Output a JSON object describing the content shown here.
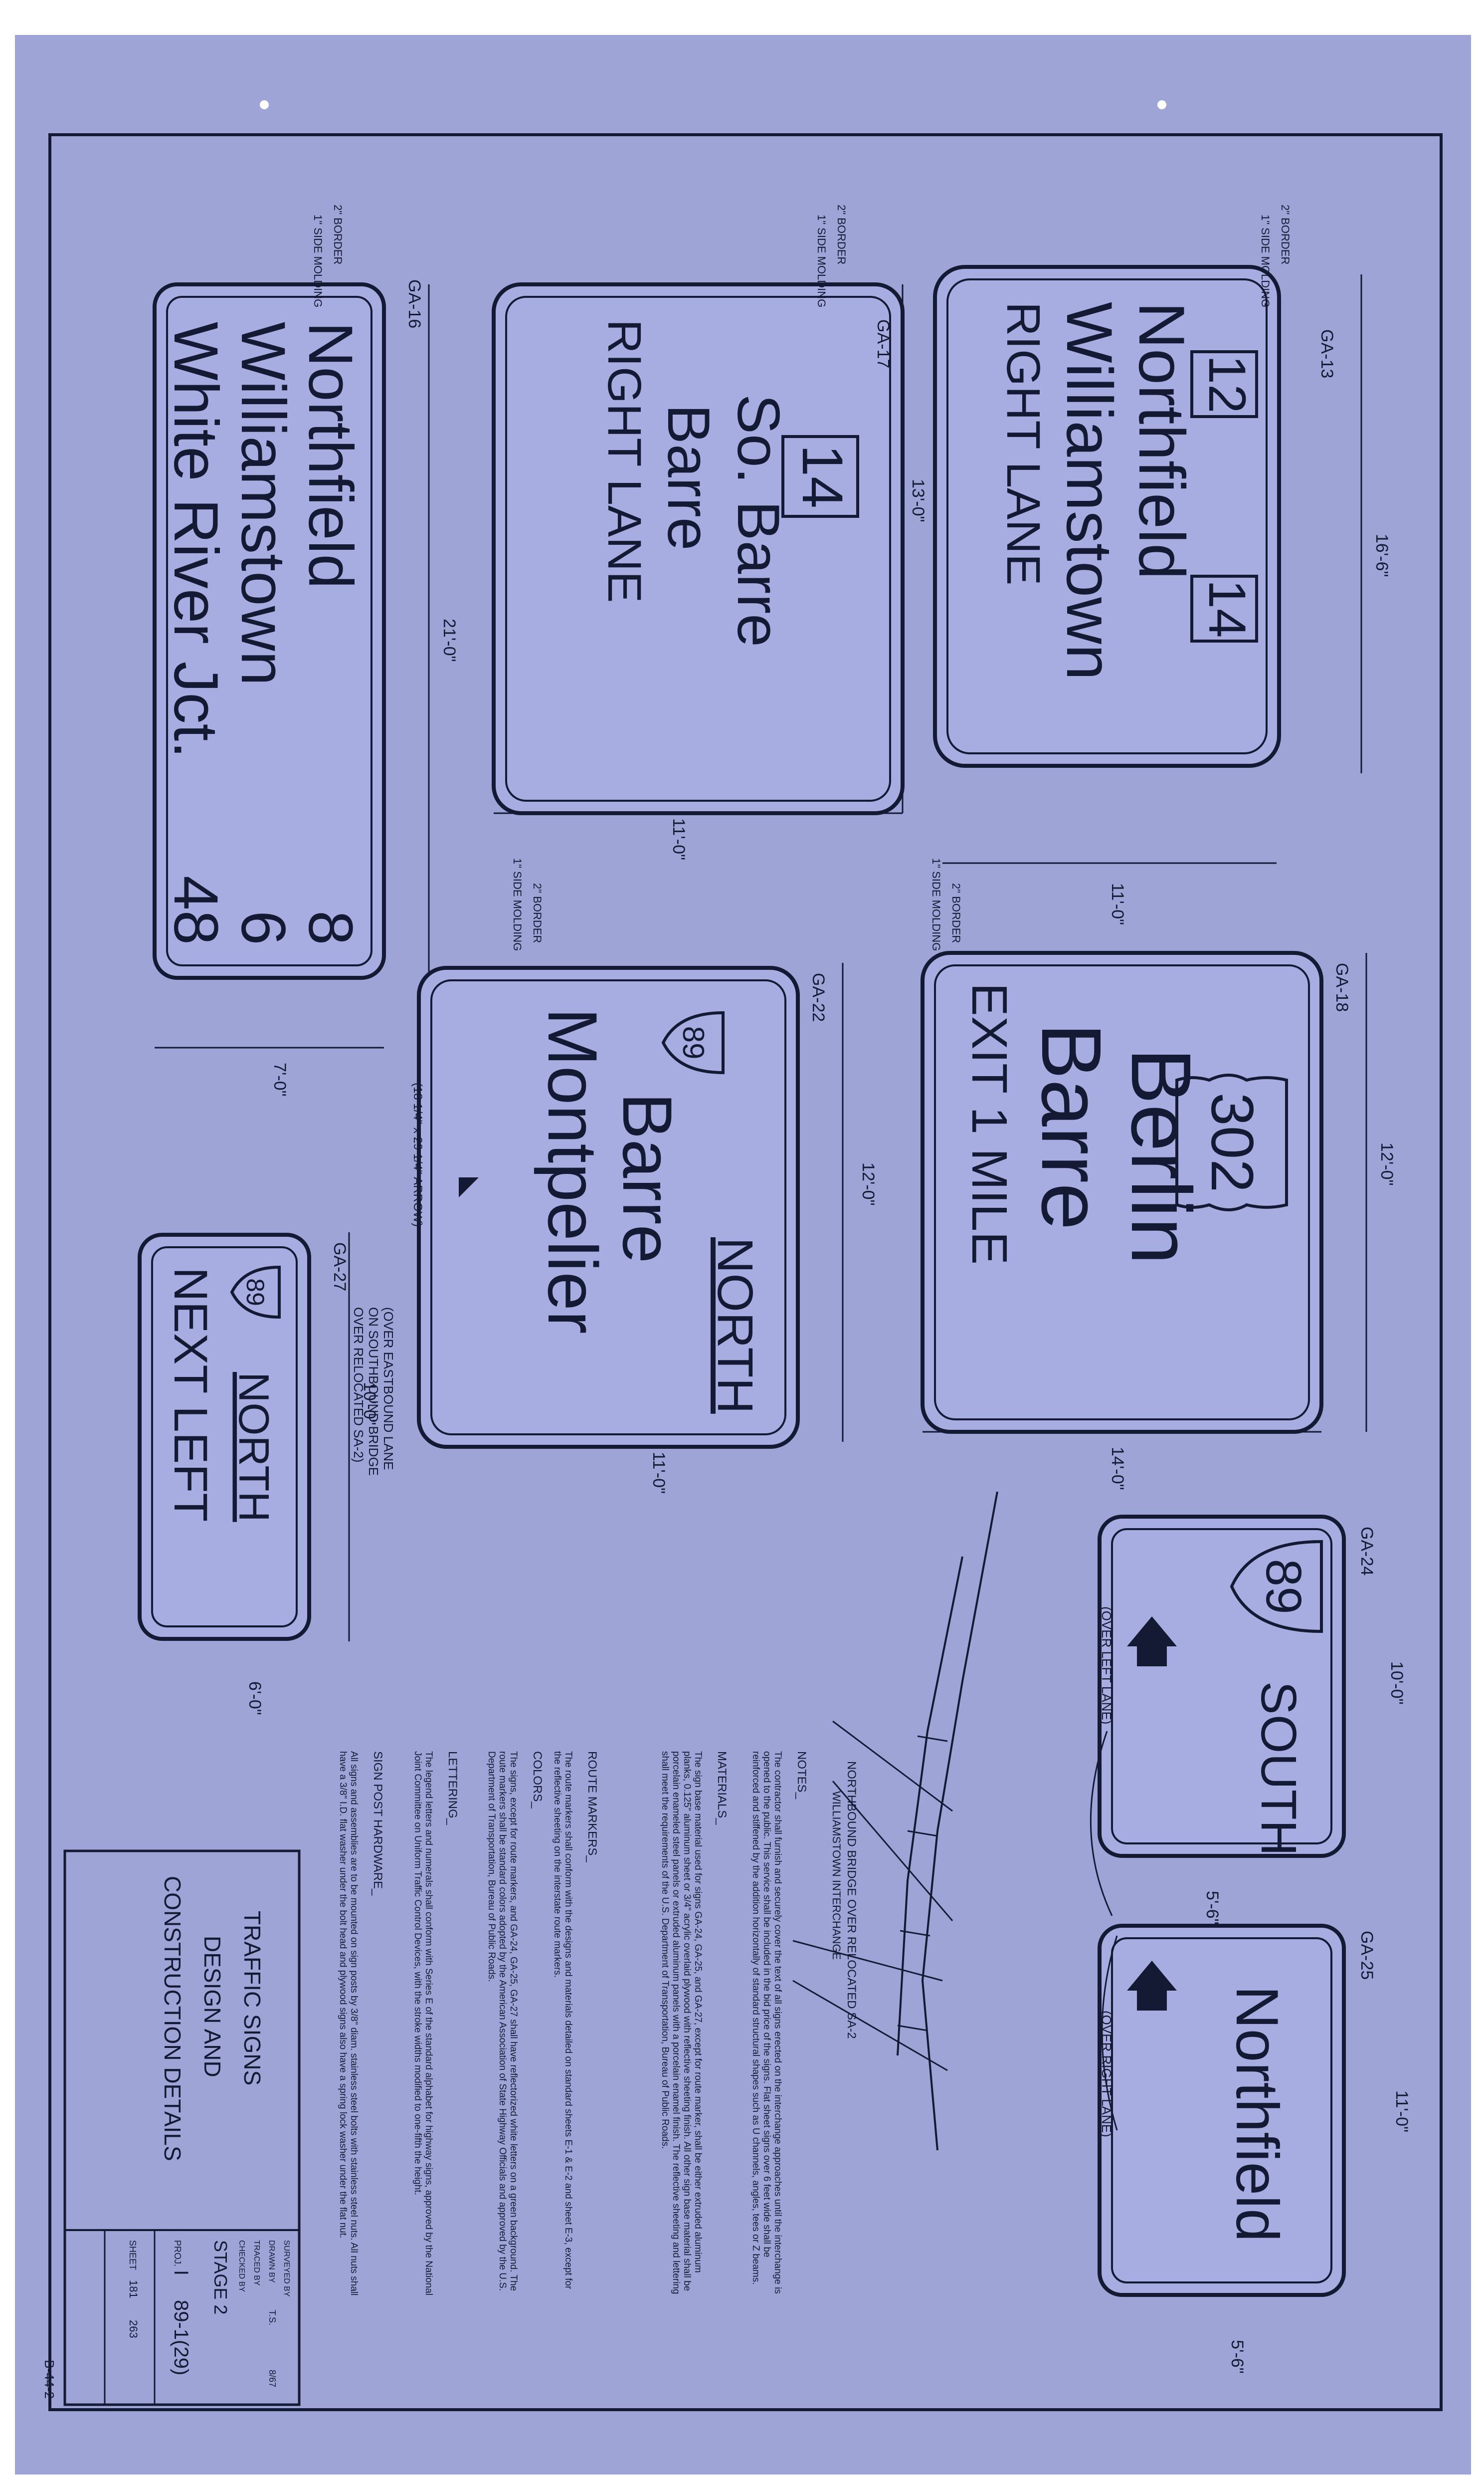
{
  "colors": {
    "paper": "#9ea4d6",
    "ink": "#141a33",
    "sign_fill": "#a7ade0"
  },
  "signs": {
    "ga13": {
      "id": "GA-13",
      "line1": "Northfield",
      "line2": "Williamstown",
      "line3": "RIGHT LANE",
      "shield_a": "12",
      "shield_b": "14",
      "width_dim": "16'-6\"",
      "height_dim": "11'-0\""
    },
    "ga17": {
      "id": "GA-17",
      "shield": "14",
      "line1": "So. Barre",
      "line2": "Barre",
      "line3": "RIGHT LANE",
      "width_dim": "13'-0\"",
      "height_dim": "11'-0\""
    },
    "ga16": {
      "id": "GA-16",
      "line1": "Northfield",
      "line2": "Williamstown",
      "line3": "White River Jct.",
      "num1": "8",
      "num2": "6",
      "num3": "48",
      "width_dim": "21'-0\"",
      "height_dim": "7'-0\""
    },
    "ga18": {
      "id": "GA-18",
      "shield": "302",
      "line1": "Berlin",
      "line2": "Barre",
      "line3": "EXIT 1 MILE",
      "width_dim": "12'-0\"",
      "height_dim": "14'-0\""
    },
    "ga22": {
      "id": "GA-22",
      "shield": "89",
      "dir": "NORTH",
      "line1": "Barre",
      "line2": "Montpelier",
      "arrow_note": "(18 1/4\" x 29 1/4\" ARROW)",
      "width_dim": "12'-0\"",
      "height_dim": "11'-0\""
    },
    "ga27": {
      "id": "GA-27",
      "shield": "89",
      "dir": "NORTH",
      "line1": "NEXT LEFT",
      "note1": "(OVER EASTBOUND LANE",
      "note2": "ON SOUTHBOUND BRIDGE",
      "note3": "OVER RELOCATED SA-2)",
      "width_dim": "10'-0\"",
      "height_dim": "6'-0\""
    },
    "ga24": {
      "id": "GA-24",
      "shield": "89",
      "dir": "SOUTH",
      "note": "(OVER LEFT LANE)",
      "width_dim": "10'-0\"",
      "height_dim": "5'-6\""
    },
    "ga25": {
      "id": "GA-25",
      "line1": "Northfield",
      "note": "(OVER RIGHT LANE)",
      "width_dim": "11'-0\"",
      "height_dim": "5'-6\""
    }
  },
  "labels": {
    "border": "2\" BORDER",
    "molding": "1\" SIDE MOLDING"
  },
  "bridge": {
    "title": "NORTHBOUND BRIDGE OVER RELOCATED SA-2",
    "subtitle": "WILLIAMSTOWN INTERCHANGE"
  },
  "notes": {
    "heading": "NOTES_",
    "text": "The contractor shall furnish and securely cover the text of all signs erected on the interchange approaches until the interchange is opened to the public. This service shall be included in the bid price of the signs. Flat sheet signs over 6 feet wide shall be reinforced and stiffened by the addition horizontally of standard structural shapes such as U channels, angles, tees or Z beams."
  },
  "materials": {
    "heading": "MATERIALS_",
    "text": "The sign base material used for signs GA-24, GA-25, and GA-27, except for route marker, shall be either extruded aluminum planks, 0.125\" aluminum sheet or 3/4\" acrylic overlaid plywood with reflective sheeting finish. All other sign base material shall be porcelain enameled steel panels or extruded aluminum panels with a porcelain enamel finish. The reflective sheeting and lettering shall meet the requirements of the U.S. Department of Transportation, Bureau of Public Roads."
  },
  "route_markers": {
    "heading": "ROUTE MARKERS_",
    "text": "The route markers shall conform with the designs and materials detailed on standard sheets E-1 & E-2 and sheet E-3, except for the reflective sheeting on the interstate route markers."
  },
  "colors_section": {
    "heading": "COLORS_",
    "text": "The signs, except for route markers, and GA-24, GA-25, GA-27 shall have reflectorized white letters on a green background. The route markers shall be standard colors adopted by the American Association of State Highway Officials and approved by the U.S. Department of Transportation, Bureau of Public Roads."
  },
  "lettering": {
    "heading": "LETTERING_",
    "text": "The legend letters and numerals shall conform with Series E of the standard alphabet for highway signs, approved by the National Joint Committee on Uniform Traffic Control Devices, with the stroke widths modified to one-fifth the height."
  },
  "hardware": {
    "heading": "SIGN POST HARDWARE_",
    "text": "All signs and assemblies are to be mounted on sign posts by 3/8\" diam. stainless steel bolts with stainless steel nuts. All nuts shall have a 3/8\" I.D. flat washer under the bolt head and plywood signs also have a spring lock washer under the flat nut."
  },
  "title_block": {
    "line1": "TRAFFIC SIGNS",
    "line2": "DESIGN AND",
    "line3": "CONSTRUCTION DETAILS",
    "surveyed": "SURVEYED BY",
    "drawn": "DRAWN BY",
    "traced": "TRACED BY",
    "checked": "CHECKED BY",
    "drawn_val": "T.S.",
    "date_val": "8/67",
    "stage": "STAGE 2",
    "proj": "PROJ.",
    "proj_i": "I",
    "proj_no": "89-1(29)",
    "sheet": "SHEET",
    "sheet_no": "181",
    "sheet_of": "263"
  },
  "stamp": "B-44-2"
}
